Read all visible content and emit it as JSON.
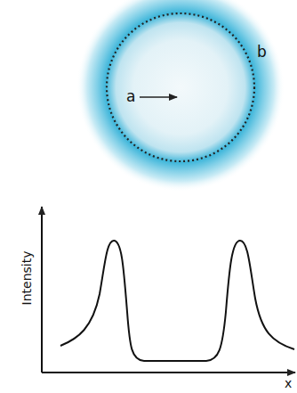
{
  "diagram": {
    "labels": [
      "a",
      "b",
      "Intensity",
      "x"
    ]
  }
}
